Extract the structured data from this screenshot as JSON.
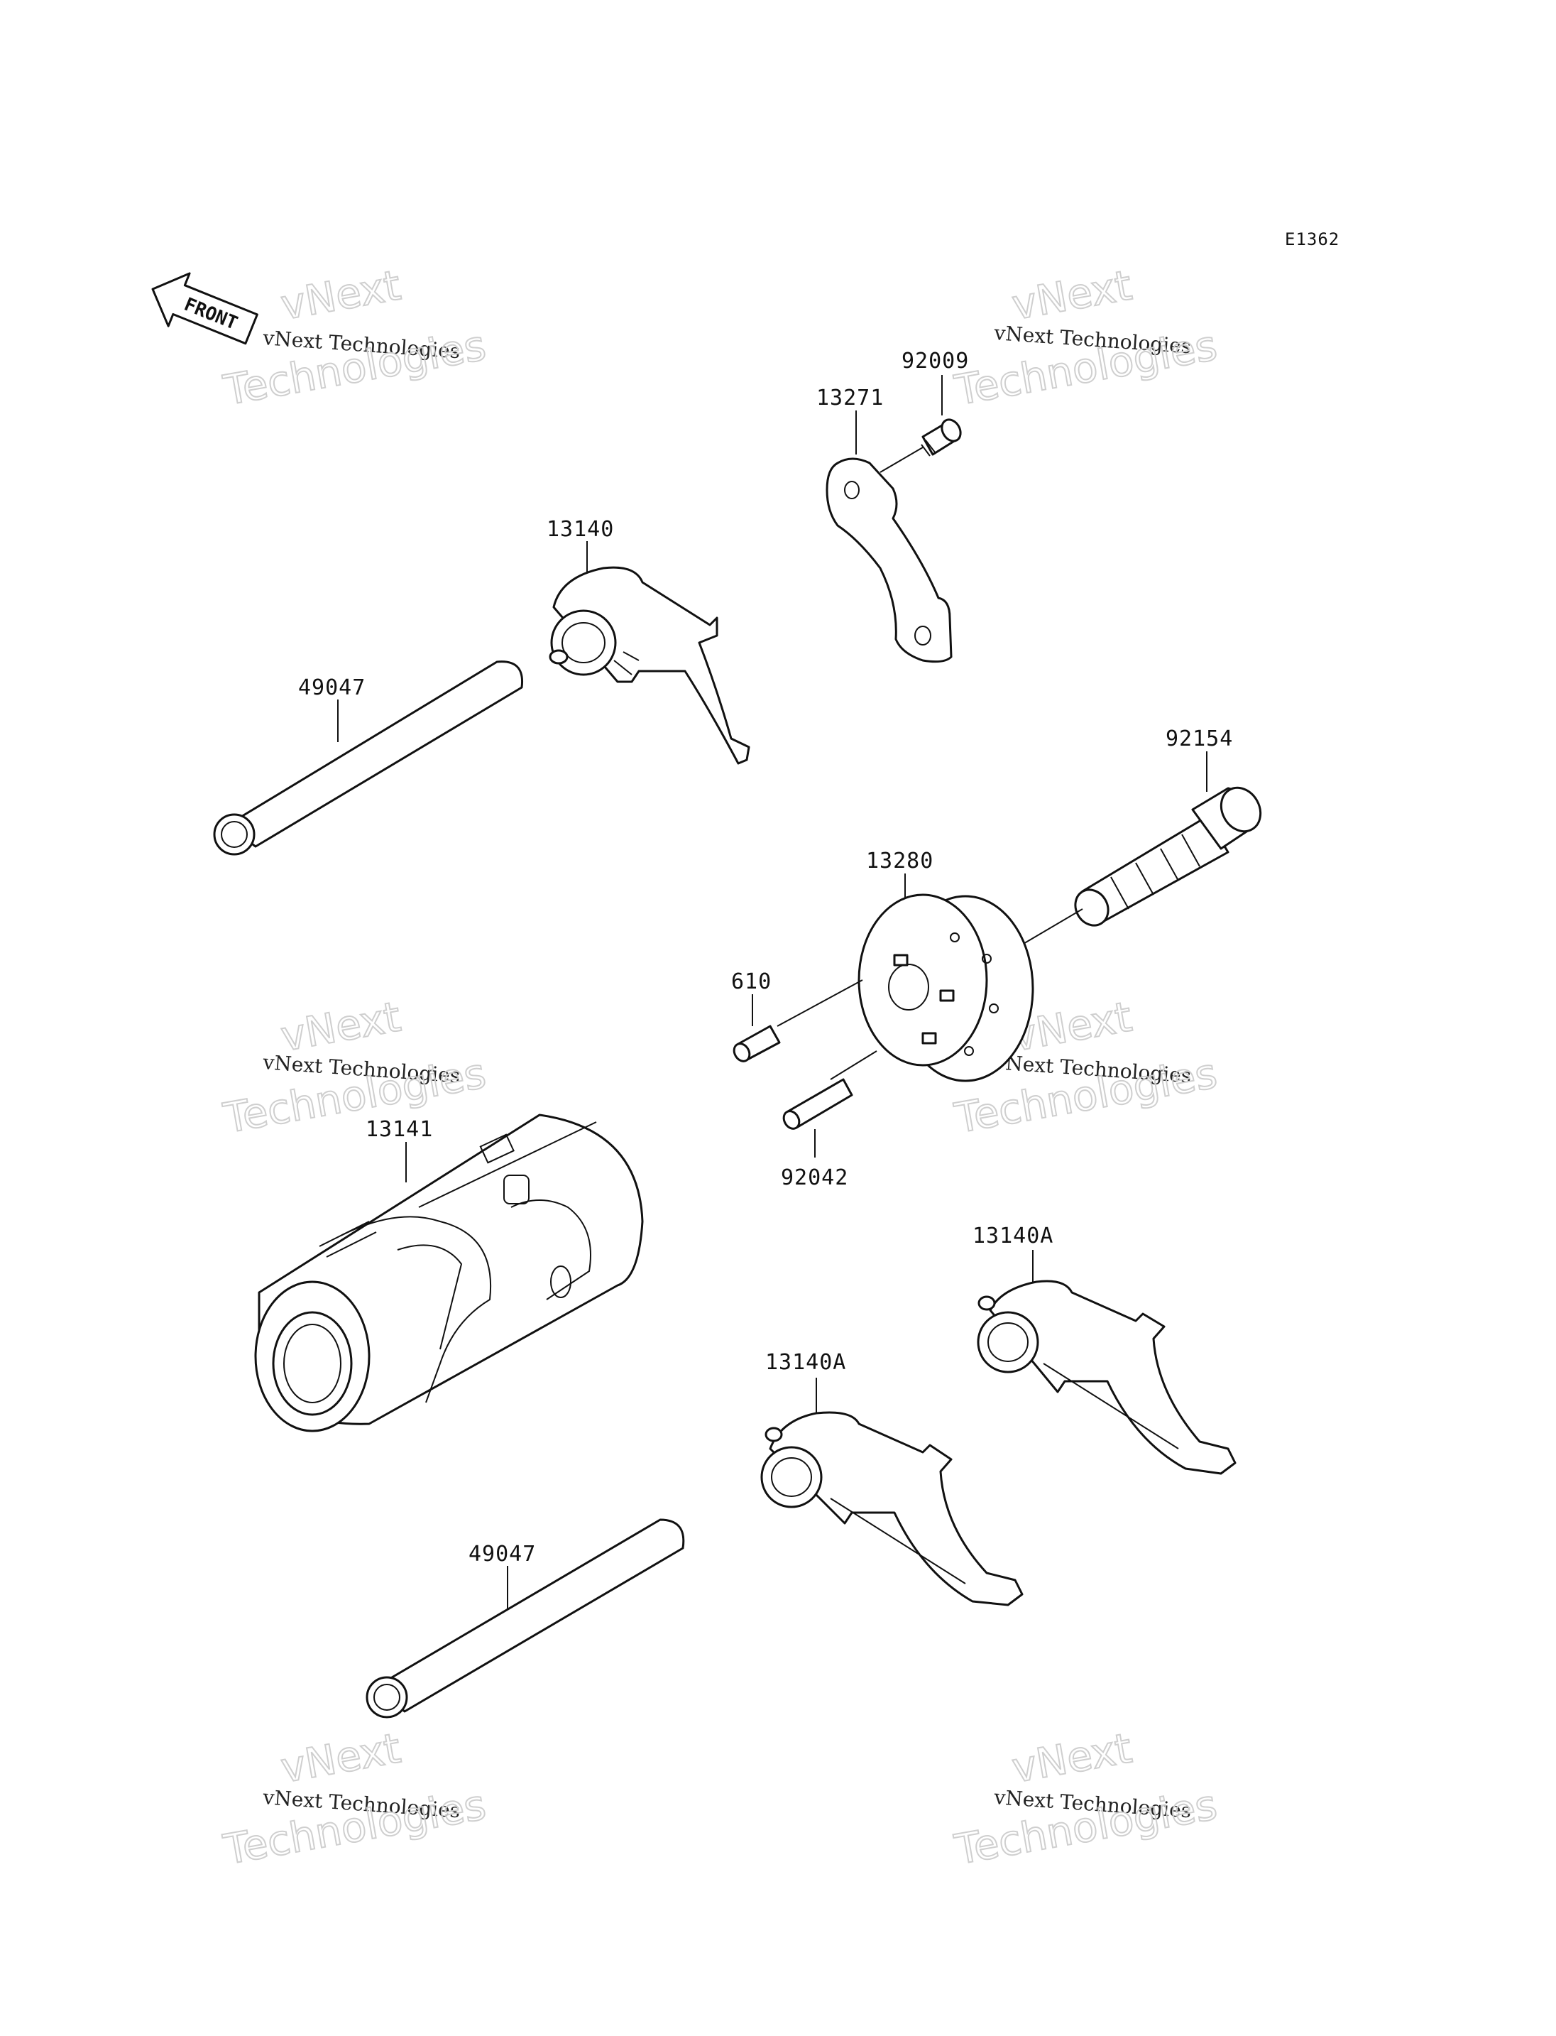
{
  "diagram_code": "E1362",
  "front_label": "FRONT",
  "watermark": {
    "line1": "vNext",
    "line2": "vNext Technologies",
    "line3": "Technologies"
  },
  "parts": {
    "p92009": "92009",
    "p13271": "13271",
    "p13140": "13140",
    "p49047_top": "49047",
    "p92154": "92154",
    "p13280": "13280",
    "p610": "610",
    "p92042": "92042",
    "p13141": "13141",
    "p13140A_right": "13140A",
    "p13140A_left": "13140A",
    "p49047_bottom": "49047"
  }
}
